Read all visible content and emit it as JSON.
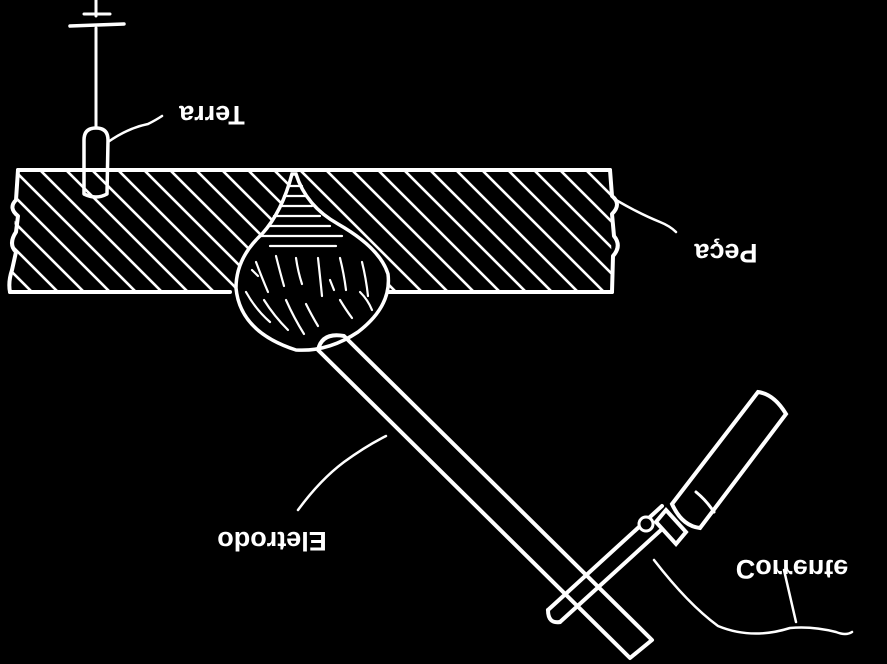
{
  "labels": {
    "ground": "Terra",
    "workpiece": "Peça",
    "electrode": "Eletrodo",
    "current": "Corrente"
  },
  "colors": {
    "background": "#000000",
    "ink": "#ffffff"
  }
}
